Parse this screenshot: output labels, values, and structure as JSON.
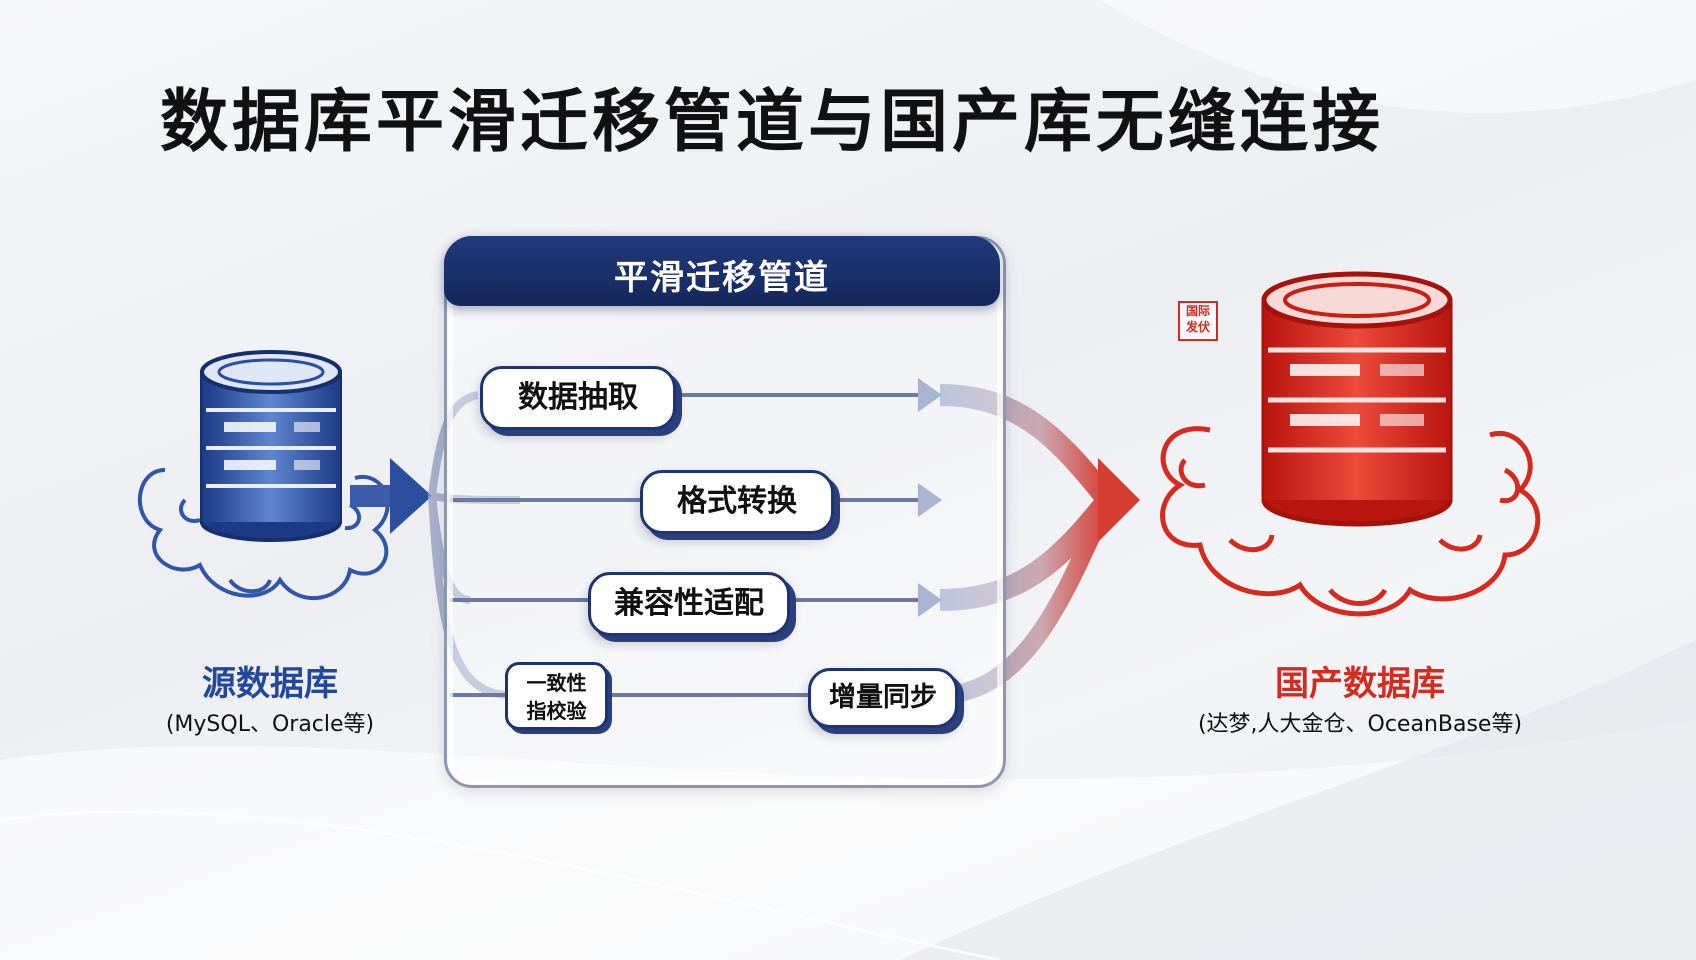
{
  "title": "数据库平滑迁移管道与国产库无缝连接",
  "pipeline": {
    "title": "平滑迁移管道",
    "steps": [
      {
        "label": "数据抽取"
      },
      {
        "label": "格式转换"
      },
      {
        "label": "兼容性适配"
      },
      {
        "label": "一致性",
        "label2": "指校验"
      },
      {
        "label": "增量同步"
      }
    ]
  },
  "source_db": {
    "name": "源数据库",
    "sub": "(MySQL、Oracle等)",
    "color": "#23479a"
  },
  "target_db": {
    "name": "国产数据库",
    "sub": "(达梦,人大金仓、OceanBase等)",
    "color": "#d42a1f"
  },
  "colors": {
    "navy": "#14275a",
    "blue": "#3b5ba8",
    "red": "#d42a1f"
  },
  "icons": {
    "source": "database-cylinder-icon",
    "target": "database-cylinder-icon",
    "cloud": "auspicious-cloud-icon",
    "seal": "chinese-seal-stamp-icon"
  }
}
